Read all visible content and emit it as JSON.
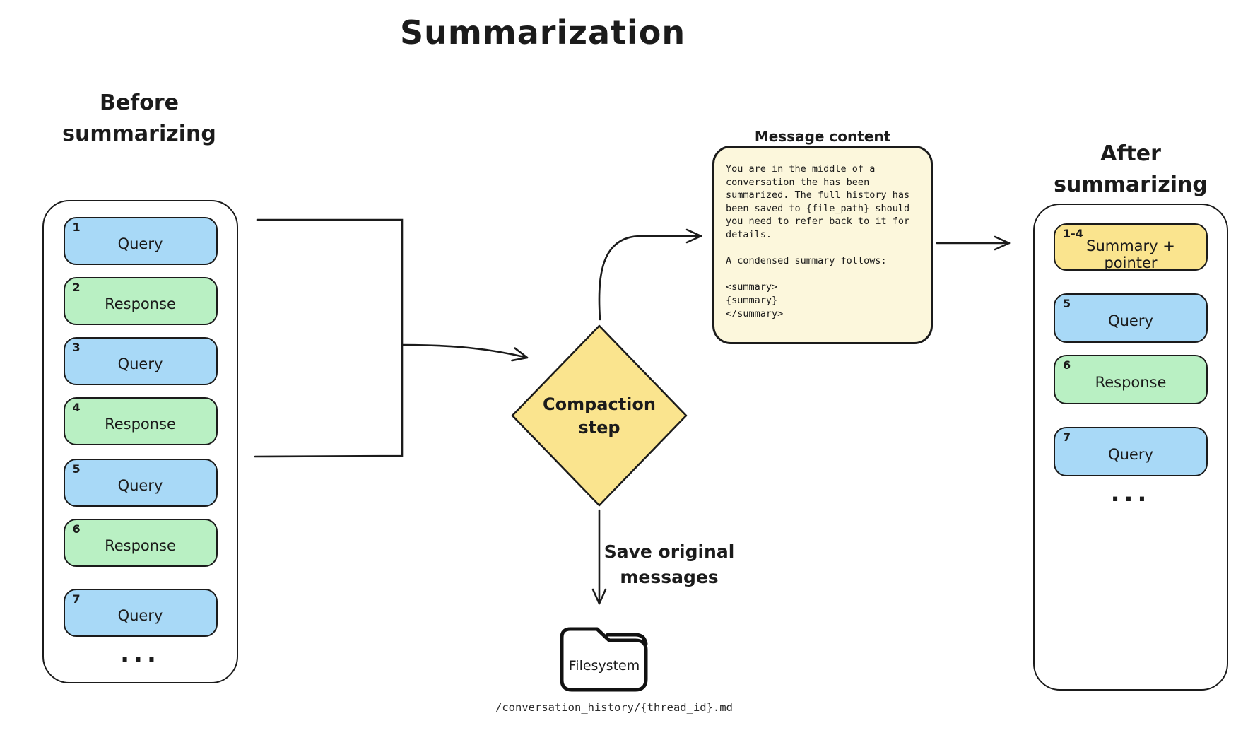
{
  "title": "Summarization",
  "before": {
    "heading_line1": "Before",
    "heading_line2": "summarizing",
    "messages": [
      {
        "num": "1",
        "label": "Query"
      },
      {
        "num": "2",
        "label": "Response"
      },
      {
        "num": "3",
        "label": "Query"
      },
      {
        "num": "4",
        "label": "Response"
      },
      {
        "num": "5",
        "label": "Query"
      },
      {
        "num": "6",
        "label": "Response"
      },
      {
        "num": "7",
        "label": "Query"
      }
    ],
    "ellipsis": "..."
  },
  "compaction": {
    "label_line1": "Compaction",
    "label_line2": "step"
  },
  "message_content": {
    "heading": "Message content",
    "body": "You are in the middle of a\nconversation the has been\nsummarized. The full history has\nbeen saved to {file_path} should\nyou need to refer back to it for\ndetails.\n\nA condensed summary follows:\n\n<summary>\n{summary}\n</summary>"
  },
  "save_arrow": {
    "label_line1": "Save original",
    "label_line2": "messages"
  },
  "filesystem": {
    "label": "Filesystem",
    "path": "/conversation_history/{thread_id}.md"
  },
  "after": {
    "heading_line1": "After",
    "heading_line2": "summarizing",
    "messages": [
      {
        "num": "1-4",
        "label_line1": "Summary +",
        "label_line2": "pointer"
      },
      {
        "num": "5",
        "label": "Query"
      },
      {
        "num": "6",
        "label": "Response"
      },
      {
        "num": "7",
        "label": "Query"
      }
    ],
    "ellipsis": "..."
  },
  "colors": {
    "query_fill": "#A8D9F7",
    "response_fill": "#B9F0C3",
    "yellow_fill": "#FAE48E",
    "note_fill": "#FCF7DC",
    "stroke": "#1B1B1B"
  }
}
